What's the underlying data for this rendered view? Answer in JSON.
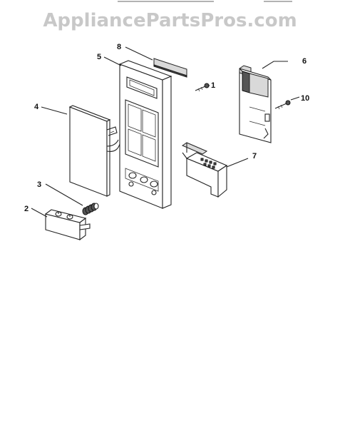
{
  "watermark": "AppliancePartsPros.com",
  "callouts": {
    "c1": "1",
    "c2": "2",
    "c3": "3",
    "c4": "4",
    "c5": "5",
    "c6": "6",
    "c7": "7",
    "c8": "8",
    "c10": "10"
  }
}
